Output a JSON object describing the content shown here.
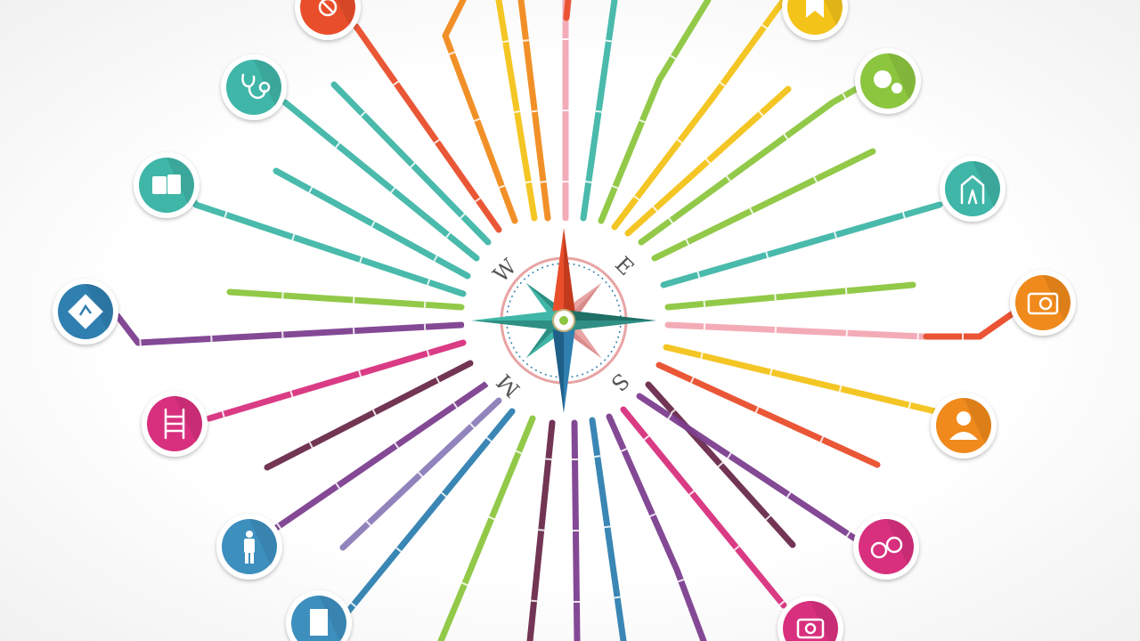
{
  "compass": {
    "letters": [
      "W",
      "E",
      "M",
      "S"
    ]
  },
  "colors": {
    "teal": "#3fb6a8",
    "green": "#8cc63f",
    "yellow": "#f3c319",
    "orange": "#f08a1c",
    "red": "#e94e2b",
    "magenta": "#d8307e",
    "purple": "#7d3f8f",
    "plum": "#6a2a4b",
    "blue": "#2f7fb0",
    "lavender": "#8b7db8",
    "pink": "#f2a8b3"
  },
  "icons": [
    {
      "name": "hand-tools-icon",
      "color": "#e94e2b"
    },
    {
      "name": "stethoscope-icon",
      "color": "#3fb6a8"
    },
    {
      "name": "pages-icon",
      "color": "#3fb6a8"
    },
    {
      "name": "diamond-sign-icon",
      "color": "#2f7fb0"
    },
    {
      "name": "ladder-icon",
      "color": "#d8307e"
    },
    {
      "name": "standing-person-icon",
      "color": "#3d8fbe"
    },
    {
      "name": "building-icon",
      "color": "#3d8fbe"
    },
    {
      "name": "banner-icon",
      "color": "#f3c319"
    },
    {
      "name": "faces-icon",
      "color": "#8cc63f"
    },
    {
      "name": "working-person-icon",
      "color": "#3fb6a8"
    },
    {
      "name": "camera-icon",
      "color": "#f08a1c"
    },
    {
      "name": "worker-icon",
      "color": "#f08a1c"
    },
    {
      "name": "handcuffs-icon",
      "color": "#d8307e"
    },
    {
      "name": "camera-hand-icon",
      "color": "#d8307e"
    }
  ]
}
